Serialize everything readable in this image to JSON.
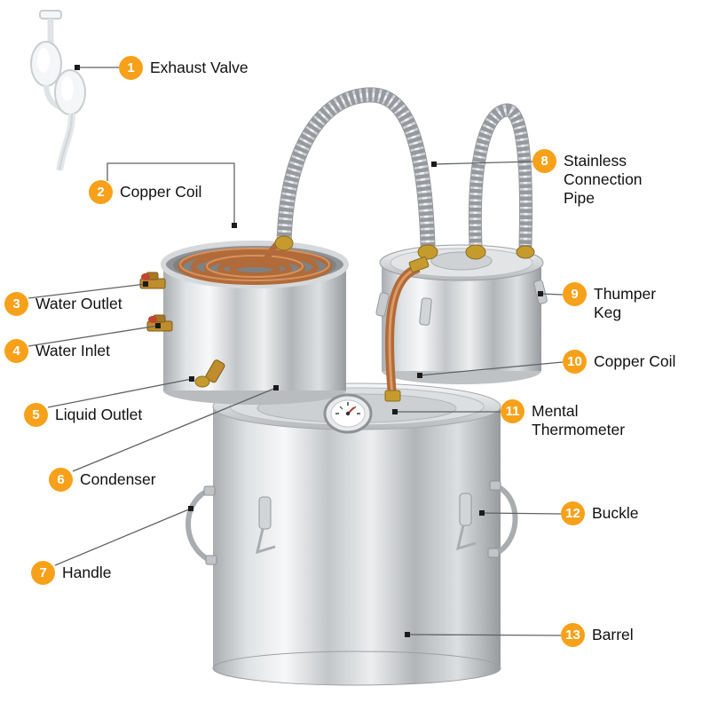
{
  "colors": {
    "accent": "#F7A11A",
    "copper": "#B16A39",
    "brass": "#C69B2E",
    "steel": "#C6C9CC",
    "label_text": "#111111"
  },
  "callouts": [
    {
      "num": "1",
      "label": "Exhaust Valve"
    },
    {
      "num": "2",
      "label": "Copper Coil"
    },
    {
      "num": "3",
      "label": "Water Outlet"
    },
    {
      "num": "4",
      "label": "Water Inlet"
    },
    {
      "num": "5",
      "label": "Liquid Outlet"
    },
    {
      "num": "6",
      "label": "Condenser"
    },
    {
      "num": "7",
      "label": "Handle"
    },
    {
      "num": "8",
      "label": "Stainless Connection Pipe"
    },
    {
      "num": "9",
      "label": "Thumper Keg"
    },
    {
      "num": "10",
      "label": "Copper Coil"
    },
    {
      "num": "11",
      "label": "Mental Thermometer"
    },
    {
      "num": "12",
      "label": "Buckle"
    },
    {
      "num": "13",
      "label": "Barrel"
    }
  ]
}
